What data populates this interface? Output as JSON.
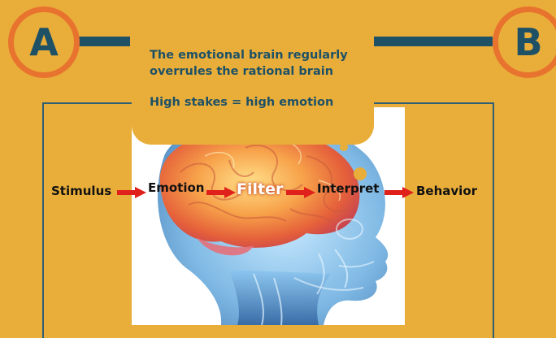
{
  "markers": {
    "left": "A",
    "right": "B"
  },
  "callout": {
    "line1": "The emotional brain regularly",
    "line2": "overrules the rational brain",
    "line3": "High stakes  = high emotion"
  },
  "flow": {
    "steps": [
      "Stimulus",
      "Emotion",
      "Filter",
      "Interpret",
      "Behavior"
    ]
  },
  "colors": {
    "background": "#E9AE3A",
    "navy": "#1E5166",
    "orange_ring": "#E8732F",
    "arrow": "#E0201B"
  },
  "illustration": "brain-head-xray-image"
}
